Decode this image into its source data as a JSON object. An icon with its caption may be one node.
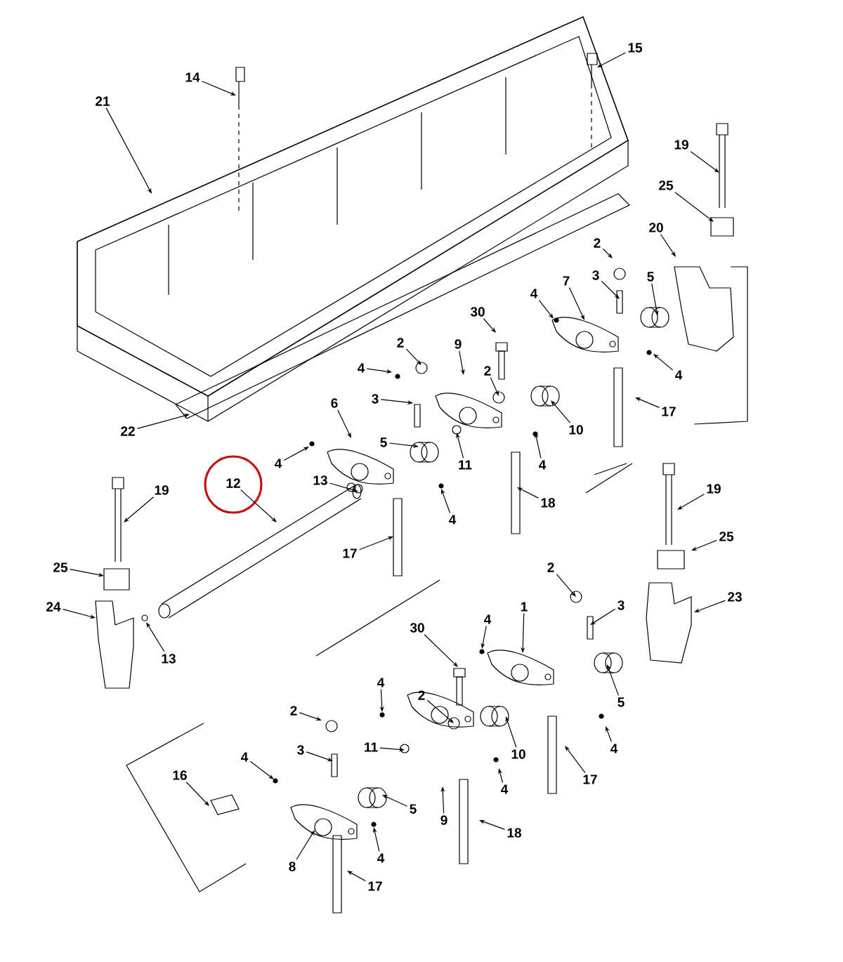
{
  "diagram": {
    "nodes": [
      {
        "text": [
          "14"
        ]
      },
      {
        "text": [
          "15"
        ]
      },
      {
        "text": [
          "21"
        ]
      },
      {
        "text": [
          "19"
        ]
      },
      {
        "text": [
          "25"
        ]
      },
      {
        "text": [
          "20"
        ]
      },
      {
        "text": [
          "2"
        ]
      },
      {
        "text": [
          "3"
        ]
      },
      {
        "text": [
          "5"
        ]
      },
      {
        "text": [
          "7"
        ]
      },
      {
        "text": [
          "4"
        ]
      },
      {
        "text": [
          "4"
        ]
      },
      {
        "text": [
          "17"
        ]
      },
      {
        "text": [
          "30"
        ]
      },
      {
        "text": [
          "9"
        ]
      },
      {
        "text": [
          "2"
        ]
      },
      {
        "text": [
          "2"
        ]
      },
      {
        "text": [
          "4"
        ]
      },
      {
        "text": [
          "3"
        ]
      },
      {
        "text": [
          "10"
        ]
      },
      {
        "text": [
          "5"
        ]
      },
      {
        "text": [
          "11"
        ]
      },
      {
        "text": [
          "4"
        ]
      },
      {
        "text": [
          "6"
        ]
      },
      {
        "text": [
          "22"
        ]
      },
      {
        "text": [
          "4"
        ]
      },
      {
        "text": [
          "18"
        ]
      },
      {
        "text": [
          "4"
        ]
      },
      {
        "text": [
          "13"
        ]
      },
      {
        "text": [
          "12"
        ]
      },
      {
        "text": [
          "17"
        ]
      },
      {
        "text": [
          "19"
        ]
      },
      {
        "text": [
          "25"
        ]
      },
      {
        "text": [
          "24"
        ]
      },
      {
        "text": [
          "13"
        ]
      },
      {
        "text": [
          "19"
        ]
      },
      {
        "text": [
          "25"
        ]
      },
      {
        "text": [
          "23"
        ]
      },
      {
        "text": [
          "2"
        ]
      },
      {
        "text": [
          "3"
        ]
      },
      {
        "text": [
          "1"
        ]
      },
      {
        "text": [
          "30"
        ]
      },
      {
        "text": [
          "4"
        ]
      },
      {
        "text": [
          "4"
        ]
      },
      {
        "text": [
          "2"
        ]
      },
      {
        "text": [
          "5"
        ]
      },
      {
        "text": [
          "4"
        ]
      },
      {
        "text": [
          "10"
        ]
      },
      {
        "text": [
          "17"
        ]
      },
      {
        "text": [
          "11"
        ]
      },
      {
        "text": [
          "2"
        ]
      },
      {
        "text": [
          "3"
        ]
      },
      {
        "text": [
          "4"
        ]
      },
      {
        "text": [
          "16"
        ]
      },
      {
        "text": [
          "5"
        ]
      },
      {
        "text": [
          "9"
        ]
      },
      {
        "text": [
          "4"
        ]
      },
      {
        "text": [
          "18"
        ]
      },
      {
        "text": [
          "4"
        ]
      },
      {
        "text": [
          "8"
        ]
      },
      {
        "text": [
          "17"
        ]
      }
    ],
    "edges": [
      {
        "from": 0,
        "to": null,
        "arrow": "to"
      },
      {
        "from": 1,
        "to": null,
        "arrow": "to"
      },
      {
        "from": 2,
        "to": null,
        "arrow": "to"
      },
      {
        "from": 3,
        "to": null,
        "arrow": "to"
      },
      {
        "from": 4,
        "to": null,
        "arrow": "to"
      },
      {
        "from": 5,
        "to": null,
        "arrow": "to"
      },
      {
        "from": 6,
        "to": null,
        "arrow": "to"
      },
      {
        "from": 7,
        "to": null,
        "arrow": "to"
      },
      {
        "from": 8,
        "to": null,
        "arrow": "to"
      },
      {
        "from": 9,
        "to": null,
        "arrow": "to"
      },
      {
        "from": 10,
        "to": null,
        "arrow": "to"
      },
      {
        "from": 11,
        "to": null,
        "arrow": "to"
      },
      {
        "from": 12,
        "to": null,
        "arrow": "to"
      },
      {
        "from": 13,
        "to": null,
        "arrow": "to"
      },
      {
        "from": 14,
        "to": null,
        "arrow": "to"
      },
      {
        "from": 15,
        "to": null,
        "arrow": "to"
      },
      {
        "from": 16,
        "to": null,
        "arrow": "to"
      },
      {
        "from": 17,
        "to": null,
        "arrow": "to"
      },
      {
        "from": 18,
        "to": null,
        "arrow": "to"
      },
      {
        "from": 19,
        "to": null,
        "arrow": "to"
      },
      {
        "from": 20,
        "to": null,
        "arrow": "to"
      },
      {
        "from": 21,
        "to": null,
        "arrow": "to"
      },
      {
        "from": 22,
        "to": null,
        "arrow": "to"
      },
      {
        "from": 23,
        "to": null,
        "arrow": "to"
      },
      {
        "from": 24,
        "to": null,
        "arrow": "to"
      },
      {
        "from": 25,
        "to": null,
        "arrow": "to"
      },
      {
        "from": 26,
        "to": null,
        "arrow": "to"
      },
      {
        "from": 27,
        "to": null,
        "arrow": "to"
      },
      {
        "from": 28,
        "to": null,
        "arrow": "to"
      },
      {
        "from": 29,
        "to": null,
        "arrow": "to"
      },
      {
        "from": 30,
        "to": null,
        "arrow": "to"
      },
      {
        "from": 31,
        "to": null,
        "arrow": "to"
      },
      {
        "from": 32,
        "to": null,
        "arrow": "to"
      },
      {
        "from": 33,
        "to": null,
        "arrow": "to"
      },
      {
        "from": 34,
        "to": null,
        "arrow": "to"
      },
      {
        "from": 35,
        "to": null,
        "arrow": "to"
      },
      {
        "from": 36,
        "to": null,
        "arrow": "to"
      },
      {
        "from": 37,
        "to": null,
        "arrow": "to"
      },
      {
        "from": 38,
        "to": null,
        "arrow": "to"
      },
      {
        "from": 39,
        "to": null,
        "arrow": "to"
      },
      {
        "from": 40,
        "to": null,
        "arrow": "to"
      },
      {
        "from": 41,
        "to": null,
        "arrow": "to"
      },
      {
        "from": 42,
        "to": null,
        "arrow": "to"
      },
      {
        "from": 43,
        "to": null,
        "arrow": "to"
      },
      {
        "from": 44,
        "to": null,
        "arrow": "to"
      },
      {
        "from": 45,
        "to": null,
        "arrow": "to"
      },
      {
        "from": 46,
        "to": null,
        "arrow": "to"
      },
      {
        "from": 47,
        "to": null,
        "arrow": "to"
      },
      {
        "from": 48,
        "to": null,
        "arrow": "to"
      },
      {
        "from": 49,
        "to": null,
        "arrow": "to"
      },
      {
        "from": 50,
        "to": null,
        "arrow": "to"
      },
      {
        "from": 51,
        "to": null,
        "arrow": "to"
      },
      {
        "from": 52,
        "to": null,
        "arrow": "to"
      },
      {
        "from": 53,
        "to": null,
        "arrow": "to"
      },
      {
        "from": 54,
        "to": null,
        "arrow": "to"
      },
      {
        "from": 55,
        "to": null,
        "arrow": "to"
      },
      {
        "from": 56,
        "to": null,
        "arrow": "to"
      },
      {
        "from": 57,
        "to": null,
        "arrow": "to"
      },
      {
        "from": 58,
        "to": null,
        "arrow": "to"
      },
      {
        "from": 59,
        "to": null,
        "arrow": "to"
      },
      {
        "from": 60,
        "to": null,
        "arrow": "to"
      }
    ]
  }
}
